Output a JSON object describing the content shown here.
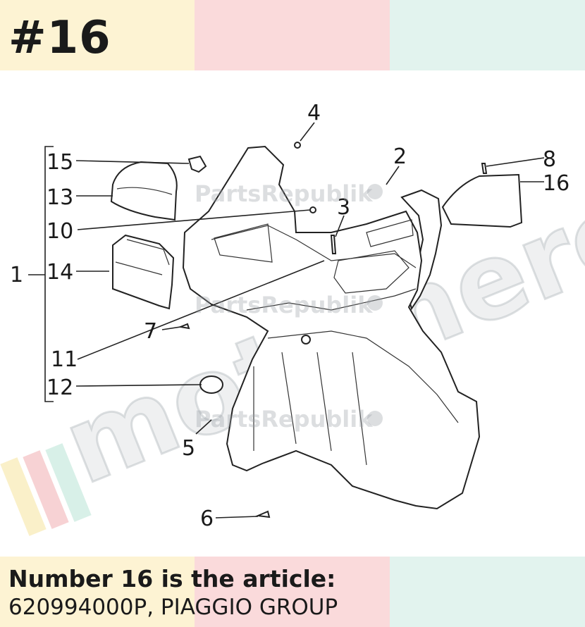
{
  "header": {
    "title": "#16"
  },
  "footer": {
    "line1": "Number 16 is the article:",
    "line2": "620994000P, PIAGGIO GROUP"
  },
  "colors": {
    "band_yellow": "#fdf3d3",
    "band_pink": "#fadadb",
    "band_mint": "#e2f3ee"
  },
  "diagram": {
    "callouts": [
      "1",
      "2",
      "3",
      "4",
      "5",
      "6",
      "7",
      "8",
      "10",
      "11",
      "12",
      "13",
      "14",
      "15",
      "16"
    ]
  },
  "watermarks": {
    "brand": "PartsRepublik",
    "big": "motomercia"
  }
}
